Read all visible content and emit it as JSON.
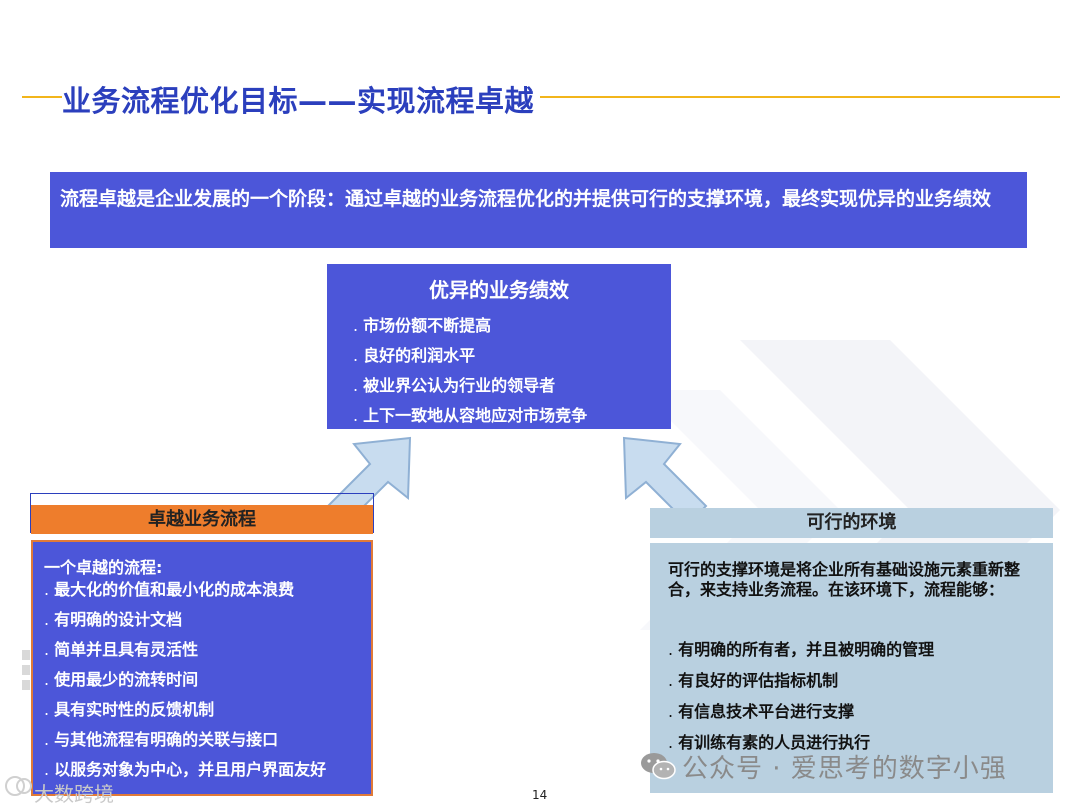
{
  "slide": {
    "title": "业务流程优化目标——实现流程卓越",
    "banner": "流程卓越是企业发展的一个阶段：通过卓越的业务流程优化的并提供可行的支撑环境，最终实现优异的业务绩效",
    "page_number": "14"
  },
  "center_box": {
    "title": "优异的业务绩效",
    "items": [
      "市场份额不断提高",
      "良好的利润水平",
      "被业界公认为行业的领导者",
      "上下一致地从容地应对市场竞争"
    ]
  },
  "left_box": {
    "heading": "卓越业务流程",
    "intro": "一个卓越的流程:",
    "items": [
      "最大化的价值和最小化的成本浪费",
      "有明确的设计文档",
      "简单并且具有灵活性",
      "使用最少的流转时间",
      "具有实时性的反馈机制",
      "与其他流程有明确的关联与接口",
      "以服务对象为中心，并且用户界面友好"
    ]
  },
  "right_box": {
    "heading": "可行的环境",
    "intro": "可行的支撑环境是将企业所有基础设施元素重新整合，来支持业务流程。在该环境下，流程能够：",
    "items": [
      "有明确的所有者，并且被明确的管理",
      "有良好的评估指标机制",
      "有信息技术平台进行支撑",
      "有训练有素的人员进行执行"
    ]
  },
  "watermarks": {
    "right": "公众号 · 爱思考的数字小强",
    "left": "大数跨境"
  },
  "colors": {
    "accent_blue": "#4c56d9",
    "title_blue": "#2b3fbd",
    "orange": "#ee7d2c",
    "light_blue": "#b9d0e0",
    "title_line": "#f2b51b"
  },
  "icons": [
    "up-right-arrow-icon",
    "up-left-arrow-icon",
    "wechat-icon",
    "watermark-logo-icon"
  ]
}
